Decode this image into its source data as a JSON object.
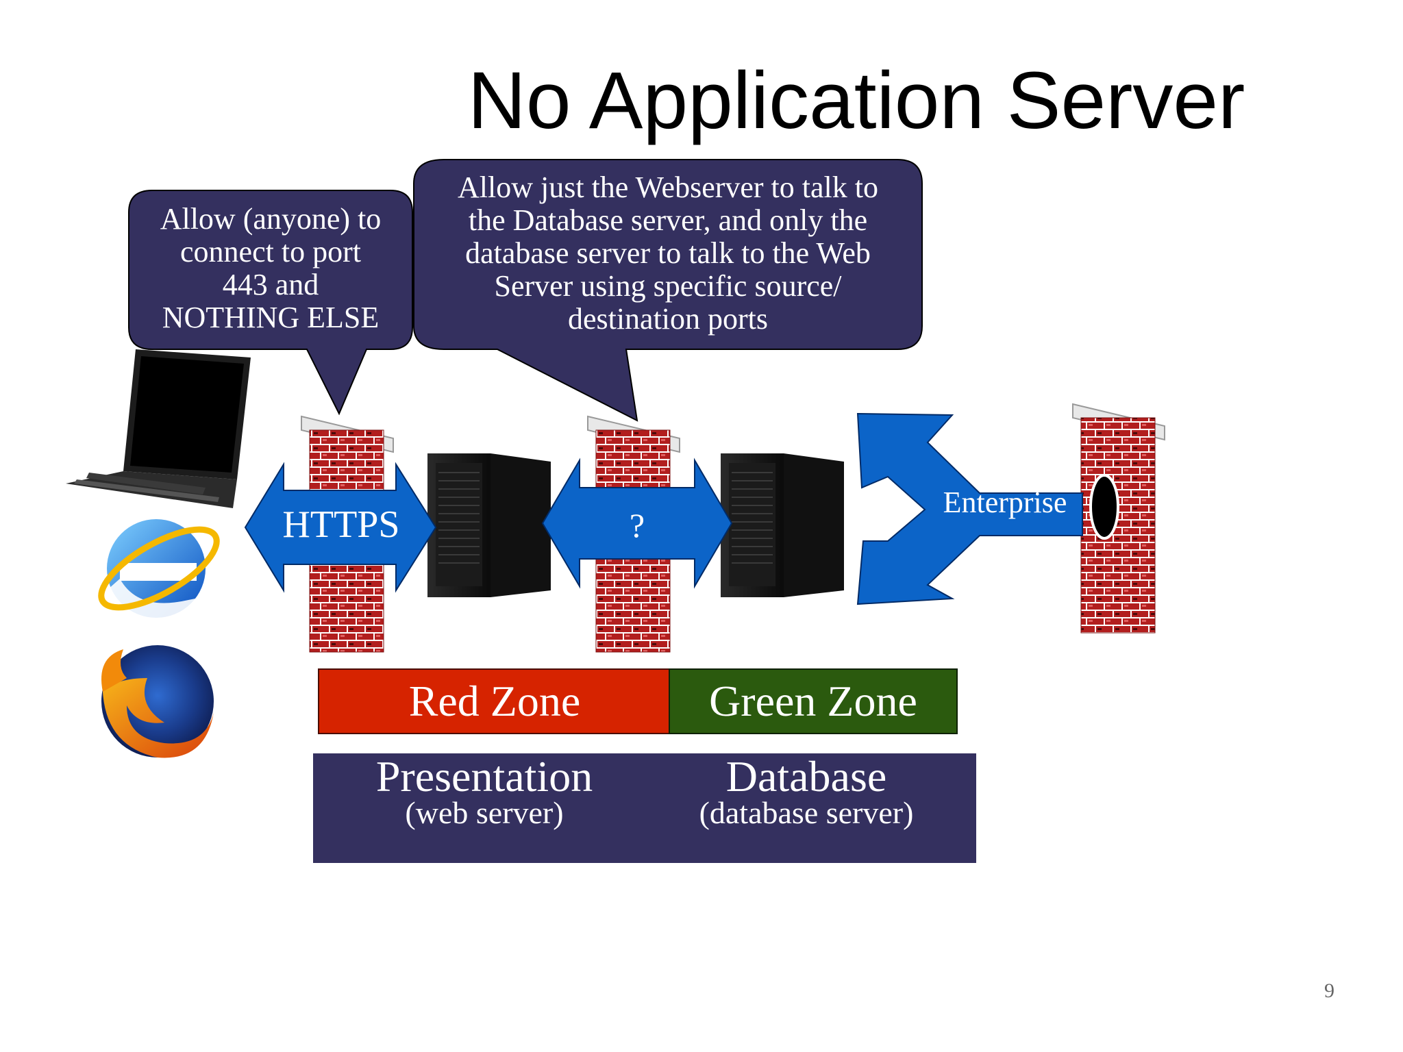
{
  "slide": {
    "title": "No Application Server",
    "page_number": "9"
  },
  "callouts": {
    "left": [
      "Allow (anyone) to",
      "connect to port",
      "443 and",
      "NOTHING ELSE"
    ],
    "right": [
      "Allow just the Webserver to talk to",
      "the Database server, and only the",
      "database server to talk to the Web",
      "Server using specific source/",
      "destination ports"
    ]
  },
  "arrows": {
    "https": "HTTPS",
    "middle": "?",
    "enterprise": "Enterprise"
  },
  "zones": {
    "red": "Red Zone",
    "green": "Green Zone"
  },
  "tiers": {
    "presentation_title": "Presentation",
    "presentation_sub": "(web server)",
    "database_title": "Database",
    "database_sub": "(database server)"
  },
  "colors": {
    "callout_fill": "#34305f",
    "arrow_blue": "#0c64c8",
    "red_zone": "#d62300",
    "green_zone": "#2b5a0e",
    "tier_box": "#34305f",
    "brick_red": "#b21e1e"
  },
  "icons": [
    "laptop-icon",
    "internet-explorer-icon",
    "firefox-icon",
    "firewall-icon",
    "server-tower-icon"
  ]
}
